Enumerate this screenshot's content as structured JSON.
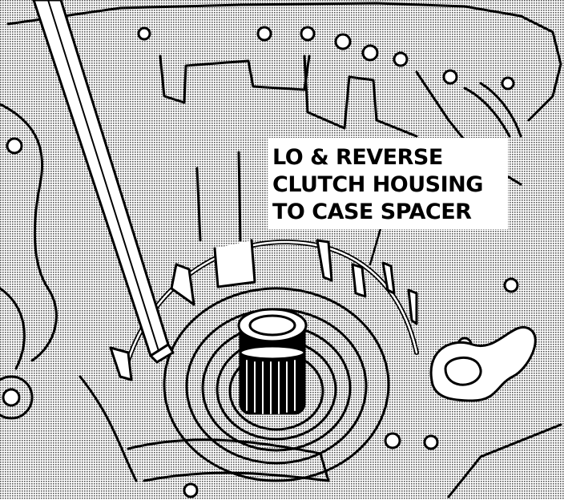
{
  "callout": {
    "lines": [
      "LO & REVERSE",
      "CLUTCH HOUSING",
      "TO CASE SPACER"
    ]
  },
  "colors": {
    "ink": "#000000",
    "screen_tone": "#a8a8a8",
    "paper": "#ffffff"
  }
}
